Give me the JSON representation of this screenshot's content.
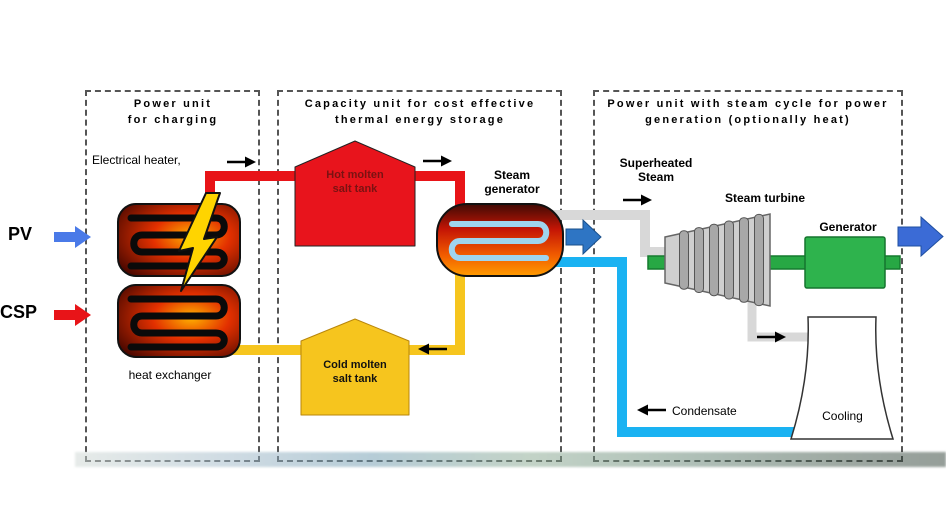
{
  "boxes": {
    "charging_l1": "Power unit",
    "charging_l2": "for charging",
    "storage_l1": "Capacity unit for cost effective",
    "storage_l2": "thermal energy storage",
    "power_l1": "Power unit with steam cycle for power",
    "power_l2": "generation (optionally heat)"
  },
  "labels": {
    "pv": "PV",
    "csp": "CSP",
    "electrical_heater": "Electrical heater,",
    "heat_exchanger": "heat exchanger",
    "hot_tank_l1": "Hot molten",
    "hot_tank_l2": "salt tank",
    "cold_tank_l1": "Cold molten",
    "cold_tank_l2": "salt tank",
    "steam_generator_l1": "Steam",
    "steam_generator_l2": "generator",
    "superheated_l1": "Superheated",
    "superheated_l2": "Steam",
    "steam_turbine": "Steam turbine",
    "generator": "Generator",
    "condensate": "Condensate",
    "cooling": "Cooling"
  },
  "colors": {
    "hot_pipe": "#e81418",
    "cold_pipe": "#f6c51e",
    "steam_pipe": "#d8d8d8",
    "condensate_pipe": "#1ab2f2",
    "hot_tank": "#e8141c",
    "cold_tank": "#f6c51e",
    "pv_arrow": "#4a7ae8",
    "csp_arrow": "#e81418",
    "flow_arrow": "#2e75c4",
    "power_arrow": "#3b6bd6",
    "generator": "#2eb34d",
    "shaft": "#27a844",
    "bolt": "#ffd400"
  }
}
